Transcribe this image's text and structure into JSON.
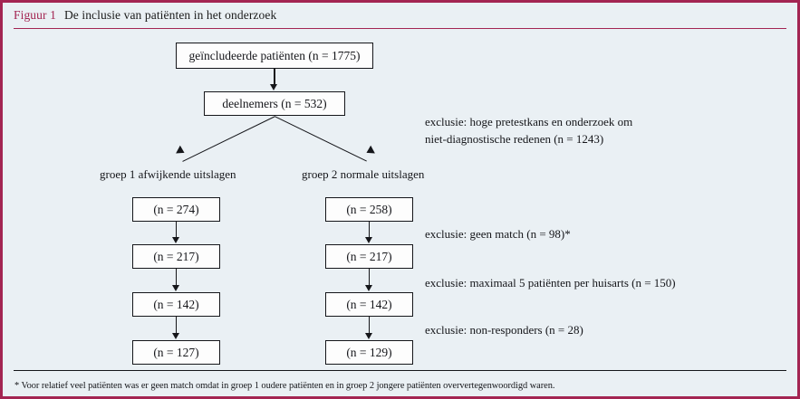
{
  "figure": {
    "label": "Figuur 1",
    "caption": "De inclusie van patiënten in het onderzoek",
    "footnote": "* Voor relatief veel patiënten was er geen match omdat in groep 1 oudere patiënten en in groep 2 jongere patiënten oververtegenwoordigd waren.",
    "accent_color": "#a32552",
    "background_color": "#eaf0f4",
    "line_color": "#15161a"
  },
  "flow": {
    "top_boxes": [
      {
        "label": "geïncludeerde patiënten (n = 1775)"
      },
      {
        "label": "deelnemers (n = 532)"
      }
    ],
    "group_labels": [
      {
        "label": "groep 1 afwijkende uitslagen"
      },
      {
        "label": "groep 2 normale uitslagen"
      }
    ],
    "left_column": [
      {
        "label": "(n = 274)"
      },
      {
        "label": "(n = 217)"
      },
      {
        "label": "(n = 142)"
      },
      {
        "label": "(n = 127)"
      }
    ],
    "right_column": [
      {
        "label": "(n = 258)"
      },
      {
        "label": "(n = 217)"
      },
      {
        "label": "(n = 142)"
      },
      {
        "label": "(n = 129)"
      }
    ],
    "exclusion_notes": [
      {
        "line1": "exclusie: hoge pretestkans en onderzoek om",
        "line2": "niet-diagnostische redenen (n = 1243)"
      },
      {
        "line1": "exclusie: geen match (n = 98)*",
        "line2": ""
      },
      {
        "line1": "exclusie: maximaal 5 patiënten per huisarts (n = 150)",
        "line2": ""
      },
      {
        "line1": "exclusie: non-responders (n = 28)",
        "line2": ""
      }
    ]
  }
}
